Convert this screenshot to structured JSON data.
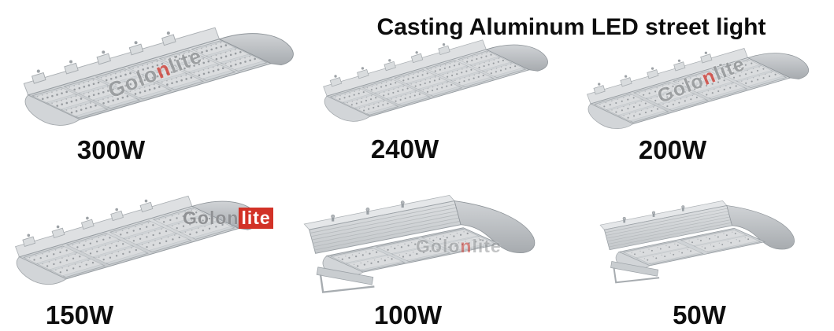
{
  "title": "Casting Aluminum LED street light",
  "brand": {
    "part1": "Golo",
    "part2": "n",
    "part3": "lite"
  },
  "colors": {
    "accent_red": "#d23227",
    "watermark_gray": "#8f9194",
    "title_black": "#0d0d0d",
    "body_light": "#dee0e2",
    "body_mid": "#c6cacd",
    "cap_dark": "#a7abaf",
    "led_dot": "#898e93"
  },
  "products": [
    {
      "id": "300w",
      "label": "300W",
      "modules": 6,
      "style": "flat",
      "watermark": "rotated"
    },
    {
      "id": "240w",
      "label": "240W",
      "modules": 5,
      "style": "flat",
      "watermark": "none"
    },
    {
      "id": "200w",
      "label": "200W",
      "modules": 4,
      "style": "flat",
      "watermark": "rotated"
    },
    {
      "id": "150w",
      "label": "150W",
      "modules": 4,
      "style": "flat",
      "watermark": "boxed"
    },
    {
      "id": "100w",
      "label": "100W",
      "modules": 3,
      "style": "side",
      "watermark": "flat"
    },
    {
      "id": "50w",
      "label": "50W",
      "modules": 2,
      "style": "side",
      "watermark": "none"
    }
  ]
}
